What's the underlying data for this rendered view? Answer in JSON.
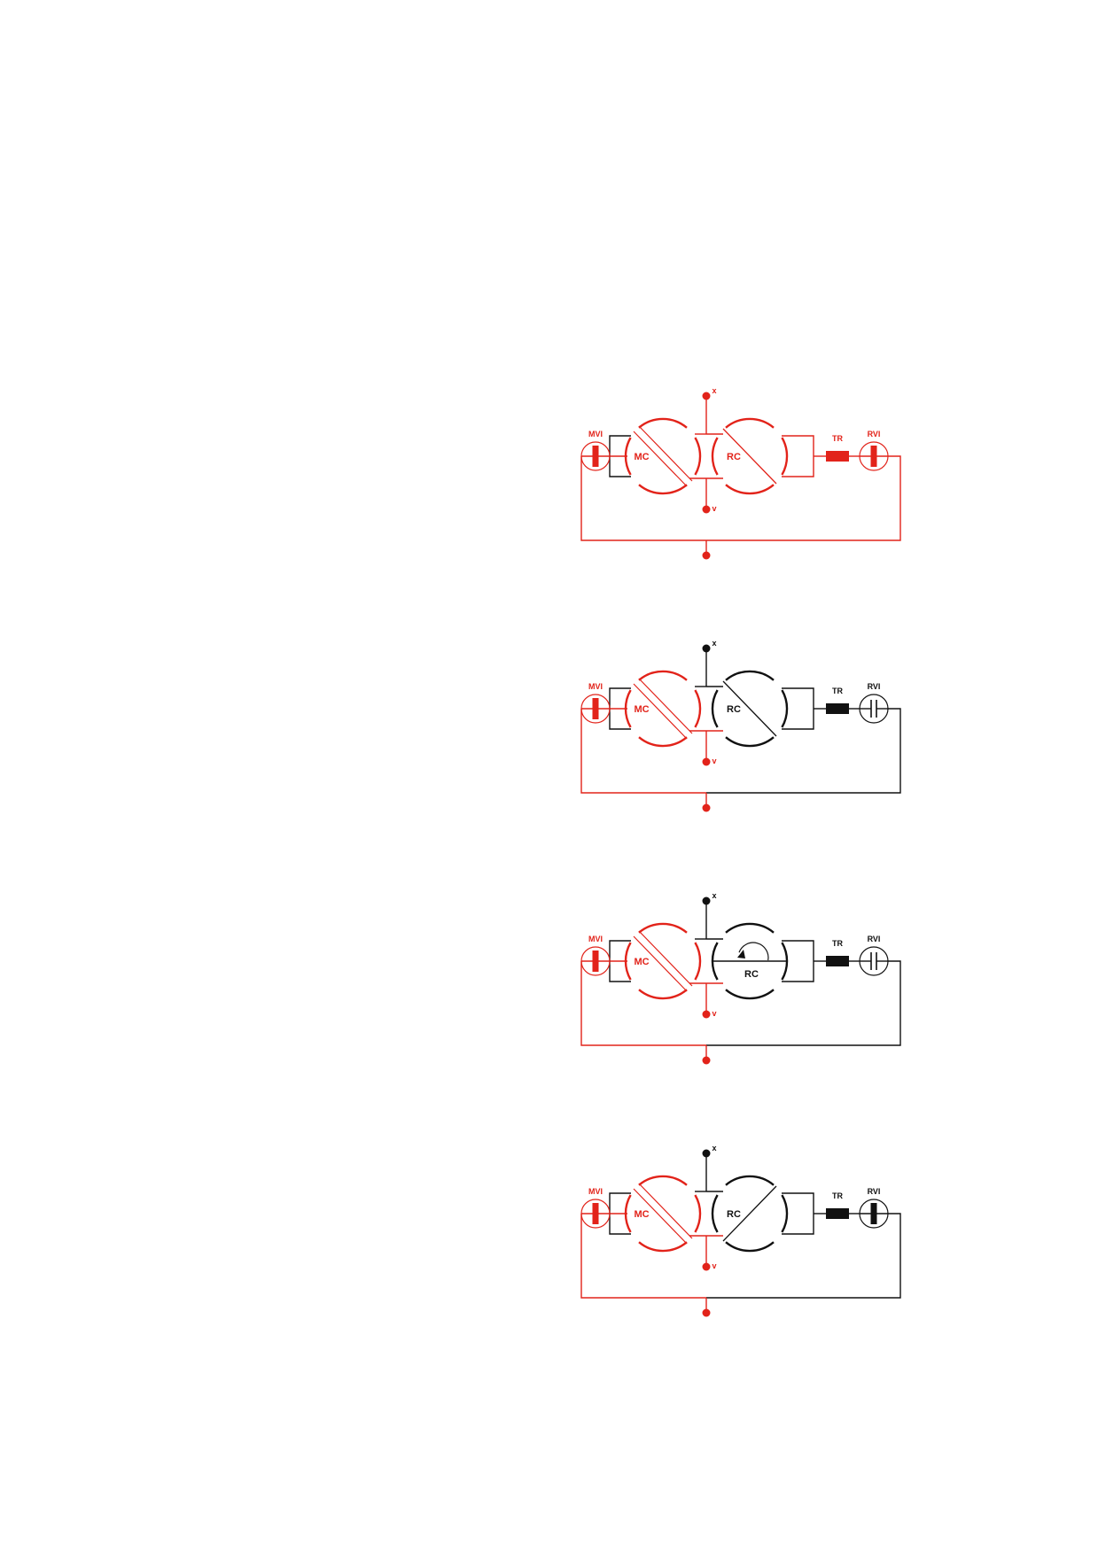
{
  "colors": {
    "active": "#e2231a",
    "inactive": "#111111",
    "background": "#ffffff"
  },
  "labels": {
    "mvi": "MVI",
    "mc": "MC",
    "rc": "RC",
    "tr": "TR",
    "rvi": "RVI",
    "port_x": "x",
    "port_v": "v"
  },
  "panels": [
    {
      "state": "both-active",
      "colors": {
        "port_x": "active",
        "mvi": "active",
        "mc": "active",
        "rc": "active",
        "tr": "active",
        "rvi": "active",
        "loop_right": "active"
      },
      "mvi_icon": "valve-open-bar-icon",
      "rvi_icon": "valve-open-bar-icon",
      "rc_rotor": "diagonal-down-thin",
      "mc_rotor": "diagonal-down-double"
    },
    {
      "state": "rc-closed",
      "colors": {
        "port_x": "inactive",
        "mvi": "active",
        "mc": "active",
        "rc": "inactive",
        "tr": "inactive",
        "rvi": "inactive",
        "loop_right": "inactive"
      },
      "mvi_icon": "valve-open-bar-icon",
      "rvi_icon": "valve-closed-capacitor-icon",
      "rc_rotor": "diagonal-down-thin",
      "mc_rotor": "diagonal-down-double"
    },
    {
      "state": "rc-rotating",
      "colors": {
        "port_x": "inactive",
        "mvi": "active",
        "mc": "active",
        "rc": "inactive",
        "tr": "inactive",
        "rvi": "inactive",
        "loop_right": "inactive"
      },
      "mvi_icon": "valve-open-bar-icon",
      "rvi_icon": "valve-closed-capacitor-icon",
      "rc_rotor": "horizontal-with-rotation-arrow",
      "mc_rotor": "diagonal-down-double"
    },
    {
      "state": "rc-rotated",
      "colors": {
        "port_x": "inactive",
        "mvi": "active",
        "mc": "active",
        "rc": "inactive",
        "tr": "inactive",
        "rvi": "inactive",
        "loop_right": "inactive"
      },
      "mvi_icon": "valve-open-bar-icon",
      "rvi_icon": "valve-open-bar-icon",
      "rc_rotor": "diagonal-up-thin",
      "mc_rotor": "diagonal-down-double"
    }
  ]
}
